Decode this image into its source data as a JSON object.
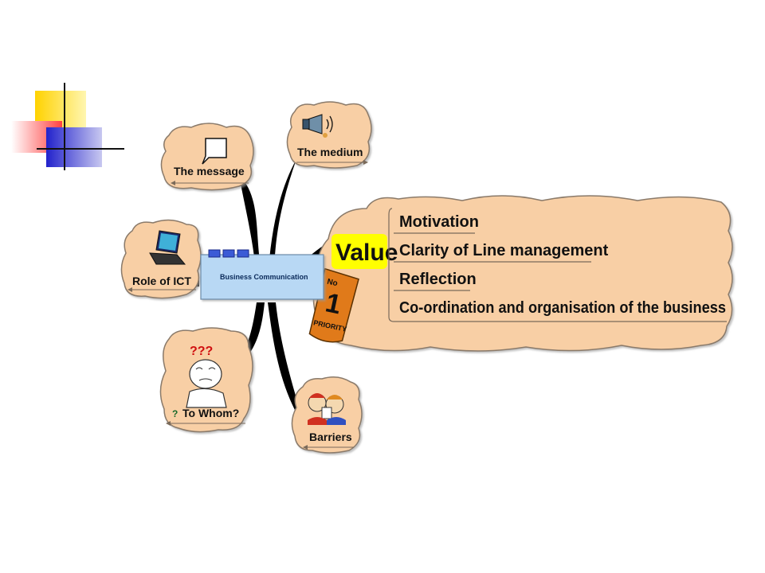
{
  "center": {
    "label": "Business Communication"
  },
  "branches": {
    "message": {
      "label": "The message",
      "icon": "speech-bubble-icon"
    },
    "medium": {
      "label": "The medium",
      "icon": "megaphone-icon"
    },
    "ict": {
      "label": "Role of ICT",
      "icon": "laptop-icon"
    },
    "whom": {
      "label": "To Whom?",
      "icon": "confused-person-icon"
    },
    "barriers": {
      "label": "Barriers",
      "icon": "arguing-people-icon"
    }
  },
  "value_branch": {
    "title": "Value",
    "badge": "No 1 PRIORITY",
    "items": [
      "Motivation",
      "Clarity of Line management",
      "Reflection",
      "Co-ordination and organisation of the business"
    ]
  },
  "colors": {
    "cloud_fill": "#f8cfa5",
    "cloud_stroke": "#8a7a6a",
    "center_fill": "#b8d8f4",
    "center_handle": "#3b5bd6",
    "value_highlight": "#ffff00",
    "priority_badge": "#e07a1a"
  }
}
